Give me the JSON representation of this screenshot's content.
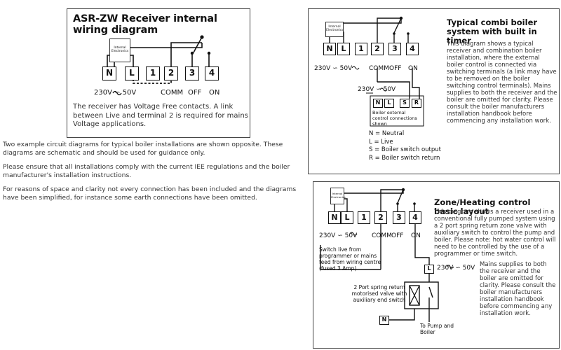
{
  "main_panel": {
    "title": "ASR-ZW Receiver internal wiring diagram",
    "electronics": "Internal\nElectronics",
    "terminals": [
      "N",
      "L",
      "1",
      "2",
      "3",
      "4"
    ],
    "voltage": "230V ∽ 50V",
    "labels": {
      "comm": "COMM",
      "off": "OFF",
      "on": "ON"
    },
    "description": "The receiver has Voltage Free contacts. A link between Live and terminal 2 is required for mains Voltage applications."
  },
  "body_text": {
    "p1": "Two example circuit diagrams for typical boiler installations are shown opposite. These diagrams are schematic and should be used for guidance only.",
    "p2": "Please ensure that all installations comply with the current IEE regulations and the boiler manufacturer's installation instructions.",
    "p3": "For reasons of space and clarity not every connection has been included and the diagrams have been simplified, for instance some earth connections have been omitted."
  },
  "combi_panel": {
    "title": "Typical combi boiler system with built in timer",
    "electronics": "Internal\nElectronics",
    "terminals": [
      "N",
      "L",
      "1",
      "2",
      "3",
      "4"
    ],
    "voltage": "230V ∽ 50V",
    "labels": {
      "comm": "COMM",
      "off": "OFF",
      "on": "ON"
    },
    "voltage2": "230V ∽ 50V",
    "boiler_terminals": [
      "N",
      "L",
      "S",
      "R"
    ],
    "boiler_label": "Boiler external control connections shown",
    "legend": [
      "N = Neutral",
      "L = Live",
      "S = Boiler switch output",
      "R = Boiler switch return"
    ],
    "description": "This diagram shows a typical receiver and combination boiler installation, where the external boiler control is connected via switching terminals (a link may have to be removed on the boiler switching control terminals). Mains supplies to both the receiver and the boiler are omitted for clarity. Please consult the boiler manufacturers installation handbook before commencing any installation work."
  },
  "zone_panel": {
    "title": "Zone/Heating control basic layout",
    "electronics": "Internal\nElectronics",
    "terminals": [
      "N",
      "L",
      "1",
      "2",
      "3",
      "4"
    ],
    "voltage": "230V ∽ 50V",
    "labels": {
      "comm": "COMM",
      "off": "OFF",
      "on": "ON"
    },
    "switch_live": "Switch live from programmer or mains feed from wiring centre (fused 3 Amp)",
    "voltage2": "230V ∽ 50V",
    "valve_label": "2 Port spring return motorised valve with auxiliary end switch",
    "valve_l": "L",
    "valve_n": "N",
    "to_pump": "To Pump and Boiler",
    "description": "This diagram shows a receiver used in a conventional fully pumped system using a 2 port spring return zone valve with auxiliary switch to control the pump and boiler. Please note: hot water control will need to be controlled by the use of a programmer or time switch.",
    "description2": "Mains supplies to both the receiver and the boiler are omitted for clarity. Please consult the boiler manufacturers installation handbook before commencing any installation work."
  }
}
